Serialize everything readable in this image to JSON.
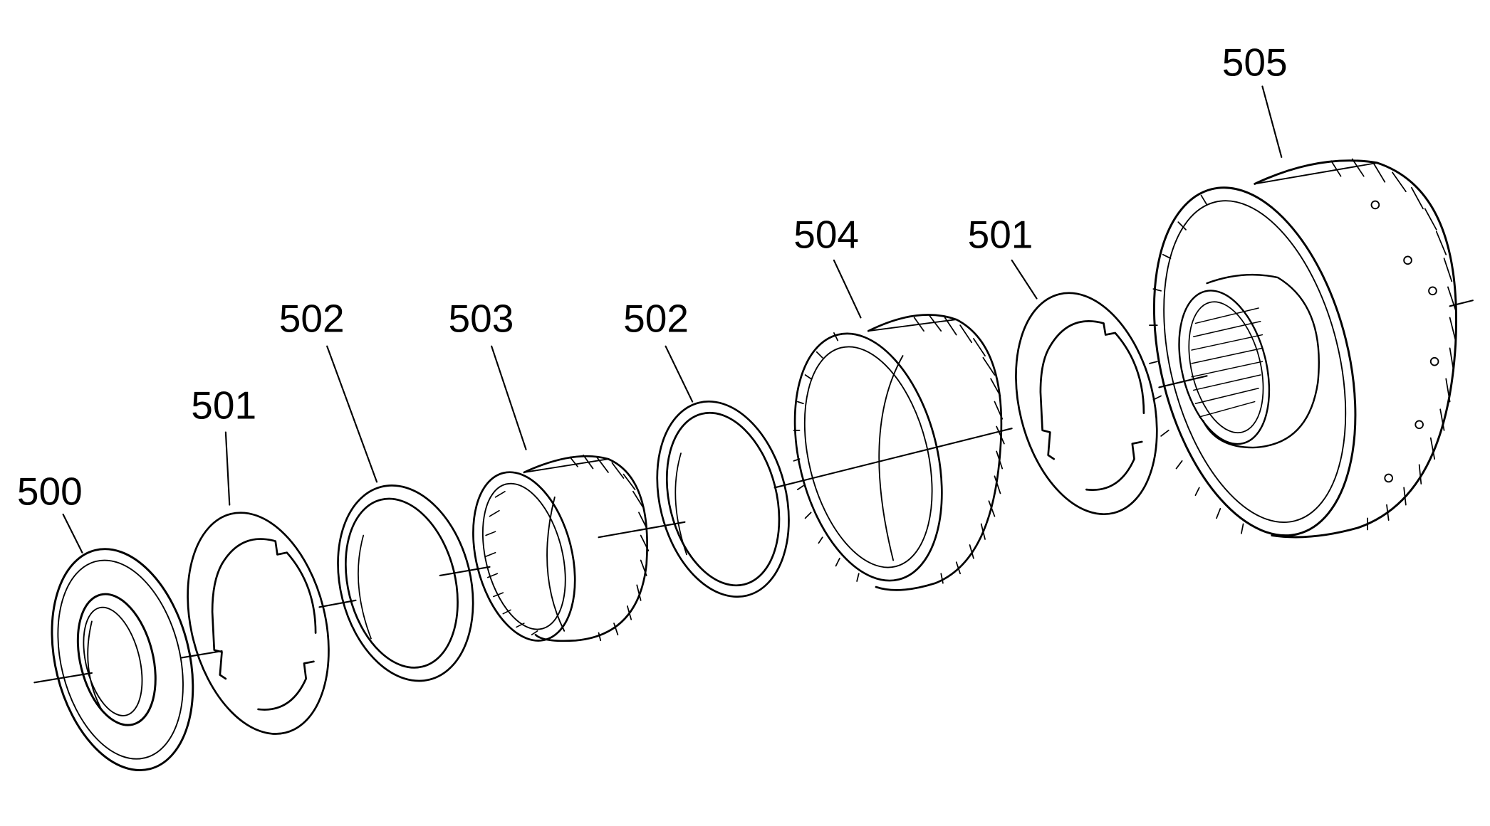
{
  "diagram": {
    "labels": {
      "l500": "500",
      "l501a": "501",
      "l502a": "502",
      "l503": "503",
      "l502b": "502",
      "l504": "504",
      "l501b": "501",
      "l505": "505"
    },
    "line_color": "#000000",
    "background": "#ffffff"
  }
}
